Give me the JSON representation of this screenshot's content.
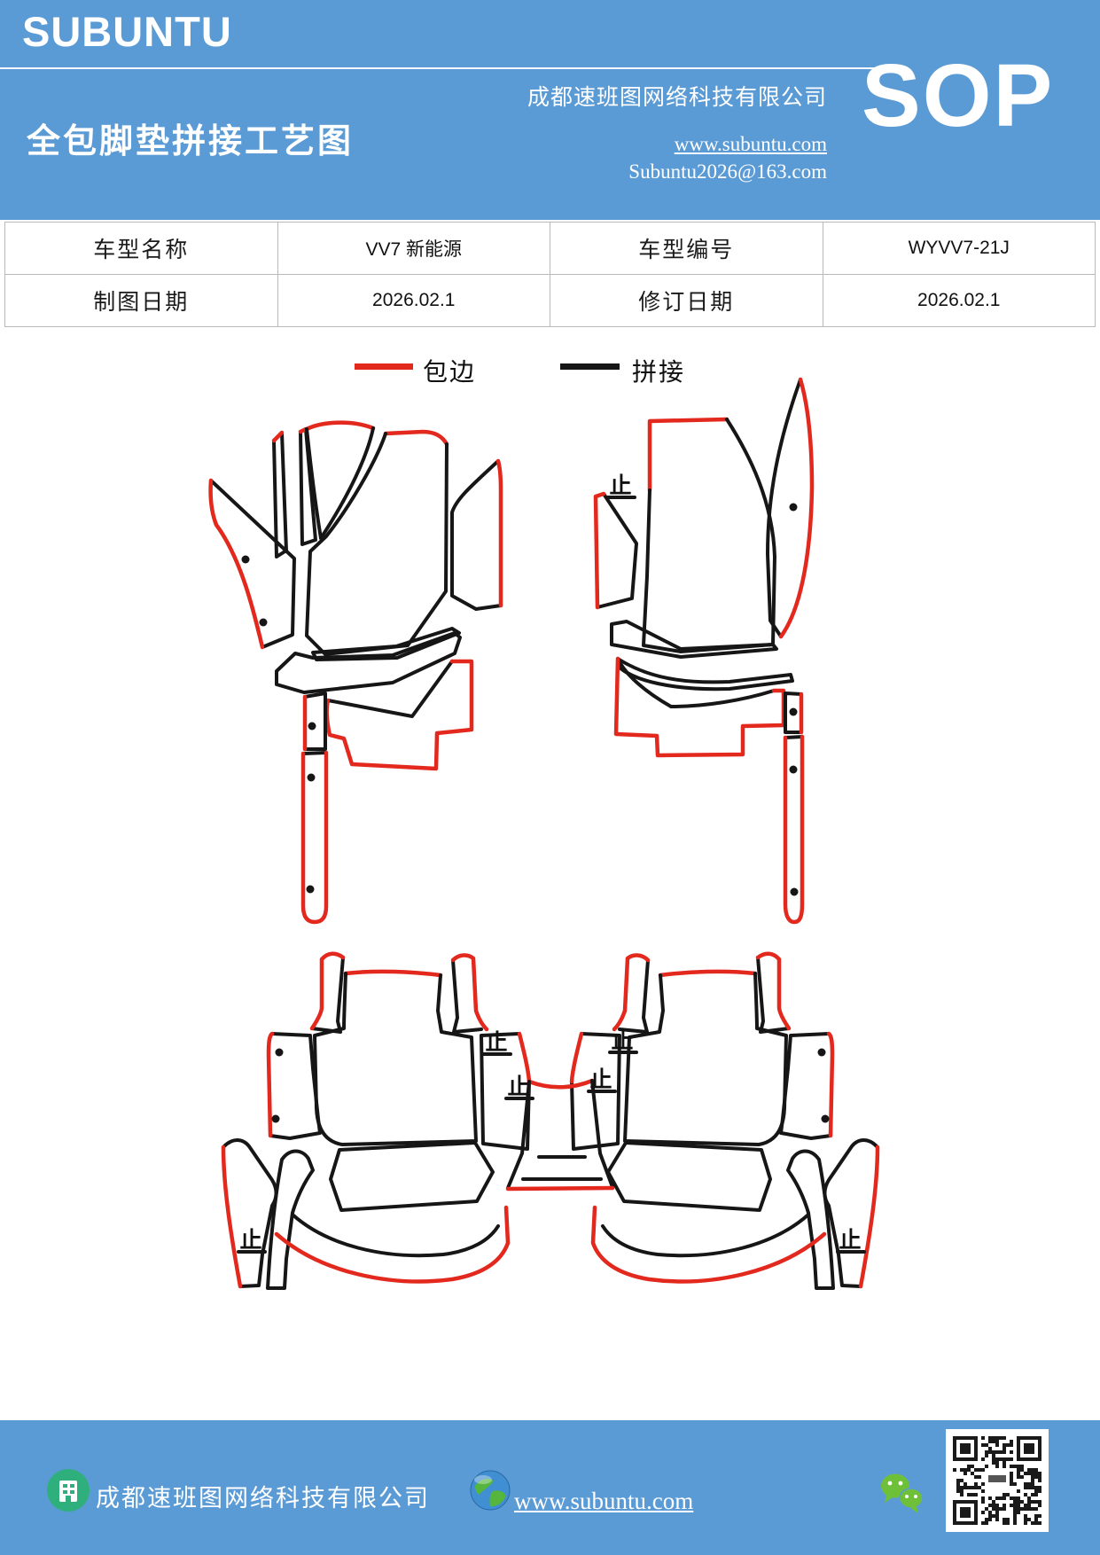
{
  "header": {
    "logo": "SUBUNTU",
    "title": "全包脚垫拼接工艺图",
    "company": "成都速班图网络科技有限公司",
    "website": "www.subuntu.com",
    "email": "Subuntu2026@163.com",
    "badge": "SOP"
  },
  "table": {
    "rows": [
      {
        "cells": [
          "车型名称",
          "VV7 新能源",
          "车型编号",
          "WYVV7-21J"
        ]
      },
      {
        "cells": [
          "制图日期",
          "2026.02.1",
          "修订日期",
          "2026.02.1"
        ]
      }
    ]
  },
  "legend": {
    "binding_label": "包边",
    "splice_label": "拼接",
    "binding_color": "#E3281E",
    "splice_color": "#161616"
  },
  "diagram": {
    "stop_mark": "止",
    "description": "全包脚垫拼接工艺图 front and rear floor mat cutting pattern"
  },
  "footer": {
    "company": "成都速班图网络科技有限公司",
    "website": "www.subuntu.com"
  },
  "icons": [
    "building-icon",
    "globe-icon",
    "wechat-icon",
    "qr-code"
  ],
  "colors": {
    "accent_blue": "#5B9BD5",
    "edge_red": "#E3281E",
    "seam_black": "#161616",
    "wechat_green": "#6EC038",
    "logo_green": "#2FAF7B"
  }
}
